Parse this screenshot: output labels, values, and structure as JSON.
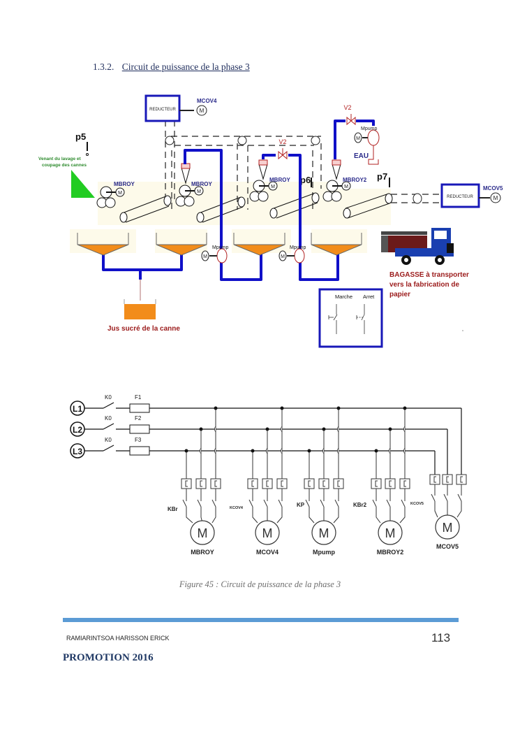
{
  "heading": {
    "number": "1.3.2.",
    "title": "Circuit de puissance de la phase 3"
  },
  "process_diagram": {
    "reducteur_left": "REDUCTEUR",
    "reducteur_right": "REDUCTEUR",
    "mcov4": "MCOV4",
    "mcov5": "MCOV5",
    "p5": "p5",
    "p6": "p6",
    "p7": "p7",
    "feed_label_line1": "Venant du lavage et",
    "feed_label_line2": "coupage des cannes",
    "mills": [
      "MBROY",
      "MBROY",
      "MBROY",
      "MBROY2"
    ],
    "valve_label": "V2",
    "valve_label_top": "V2",
    "pump_label": "Mpump",
    "pumps": [
      "Mpump",
      "Mpump"
    ],
    "water_label": "EAU",
    "juice_label": "Jus sucré de la canne",
    "bagasse_line1": "BAGASSE à transporter",
    "bagasse_line2": "vers la fabrication de",
    "bagasse_line3": "papier",
    "control_start": "Marche",
    "control_stop": "Arret",
    "colors": {
      "pipe": "#1010c8",
      "hopper_fill": "#f28c1a",
      "feed_green": "#22cc22",
      "label_green": "#2e8b2e",
      "mill_label": "#2a2a8a",
      "valve_red": "#b22222",
      "bagasse_text": "#9b1b1b",
      "cream_bg": "#fdfaea"
    }
  },
  "power_circuit": {
    "phases": [
      "L1",
      "L2",
      "L3"
    ],
    "switch_label": "K0",
    "fuses": [
      "F1",
      "F2",
      "F3"
    ],
    "contactors": [
      "KBr",
      "KCOV4",
      "KP",
      "KBr2",
      "KCOV5"
    ],
    "motors": [
      "MBROY",
      "MCOV4",
      "Mpump",
      "MBROY2",
      "MCOV5"
    ],
    "motor_symbol": "M"
  },
  "caption": "Figure 45 : Circuit de puissance de la phase 3",
  "footer": {
    "author": "RAMIARINTSOA HARISSON ERICK",
    "page_number": "113",
    "promotion": "PROMOTION 2016",
    "bar_color": "#5b9bd5"
  }
}
